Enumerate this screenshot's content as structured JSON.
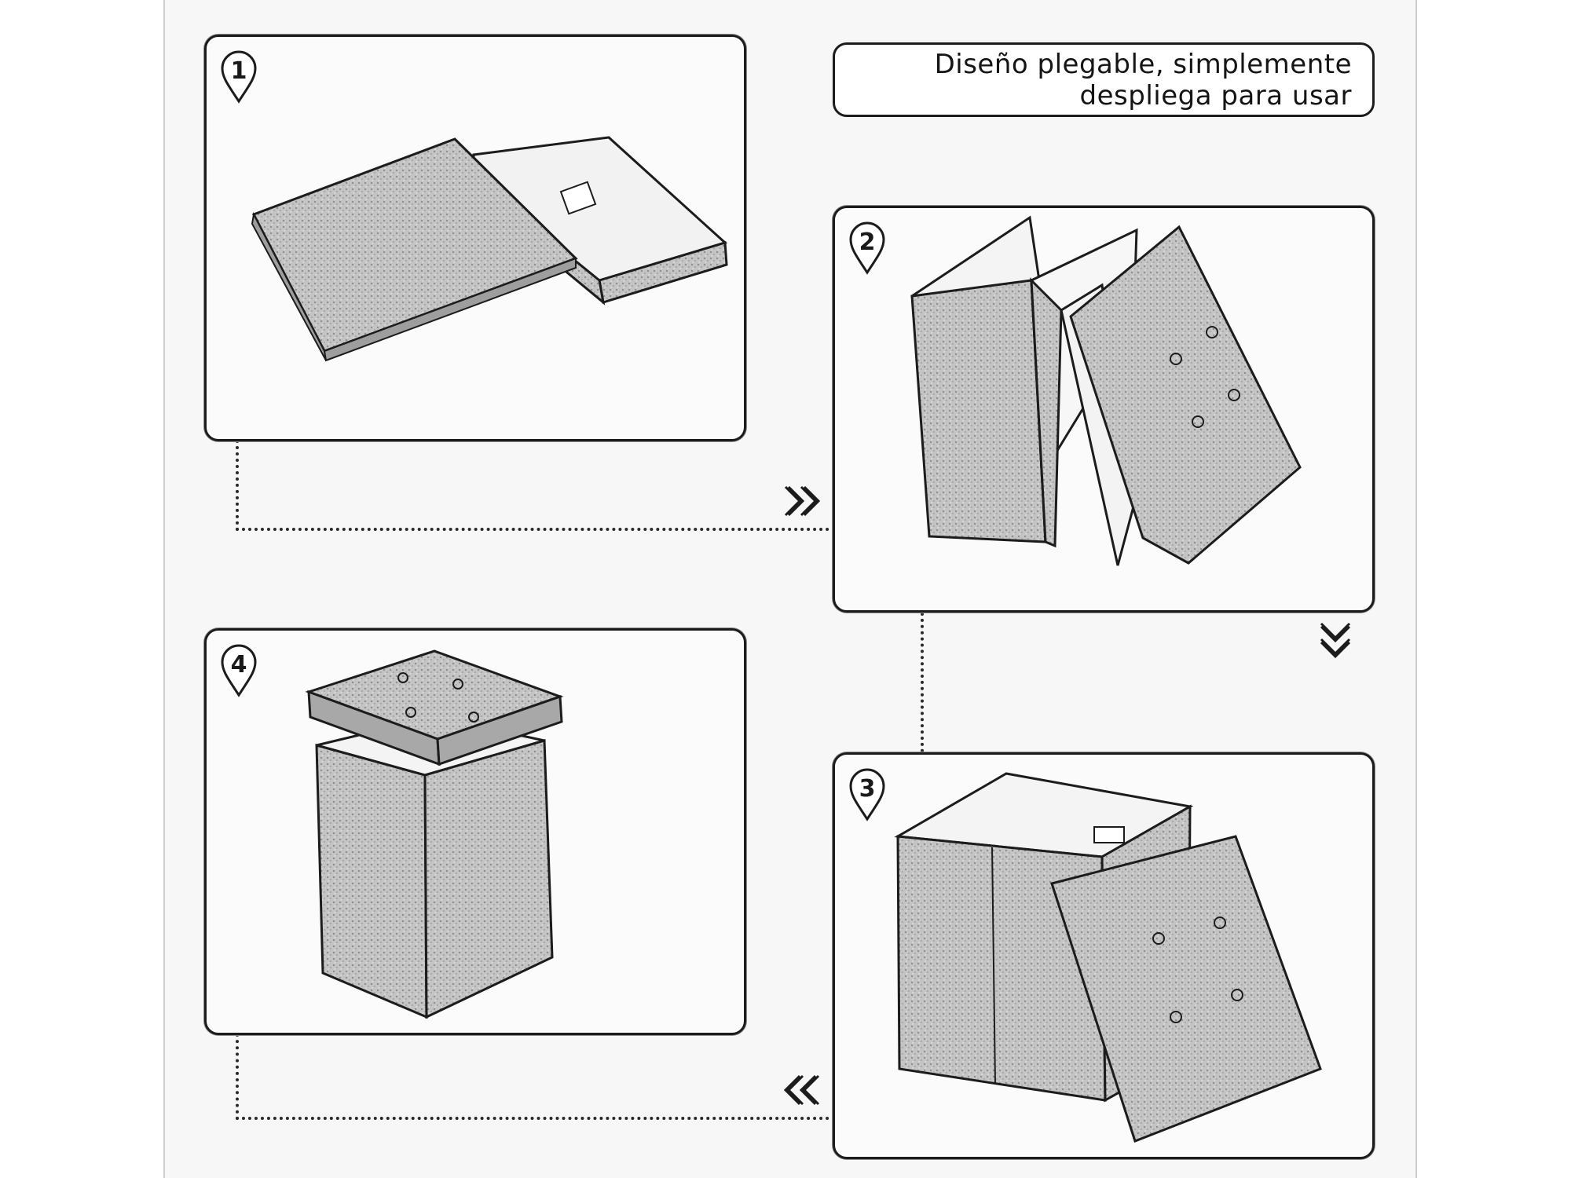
{
  "caption": {
    "line1": "Diseño plegable, simplemente",
    "line2": "despliega para usar"
  },
  "steps": [
    {
      "number": "1"
    },
    {
      "number": "2"
    },
    {
      "number": "3"
    },
    {
      "number": "4"
    }
  ],
  "icons": {
    "step_marker": "map-pin-icon",
    "arrow_right": "double-chevron-right-icon",
    "arrow_down": "double-chevron-down-icon",
    "arrow_left": "double-chevron-left-icon"
  },
  "colors": {
    "line": "#1c1c1c",
    "fabric": "#b8b8b8",
    "background": "#f7f7f7"
  }
}
